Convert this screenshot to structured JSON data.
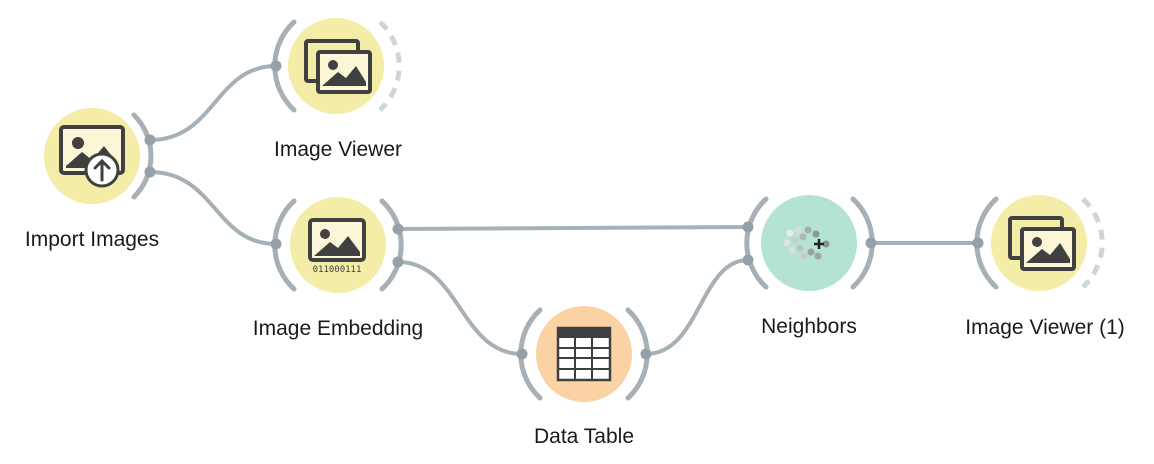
{
  "canvas": {
    "widgets": {
      "import_images": {
        "label": "Import Images",
        "icon": "import-images-icon",
        "color": "#f4eda8"
      },
      "image_viewer": {
        "label": "Image Viewer",
        "icon": "image-viewer-icon",
        "color": "#f4eda8"
      },
      "image_embedding": {
        "label": "Image Embedding",
        "icon": "image-embedding-icon",
        "icon_caption": "011000111",
        "color": "#f4eda8"
      },
      "data_table": {
        "label": "Data Table",
        "icon": "data-table-icon",
        "color": "#fbd2a4"
      },
      "neighbors": {
        "label": "Neighbors",
        "icon": "neighbors-icon",
        "color": "#b4e3d3"
      },
      "image_viewer_1": {
        "label": "Image Viewer (1)",
        "icon": "image-viewer-icon",
        "color": "#f4eda8"
      }
    },
    "link_color": "#a6b0b6",
    "anchor_color": "#96a0a8"
  }
}
